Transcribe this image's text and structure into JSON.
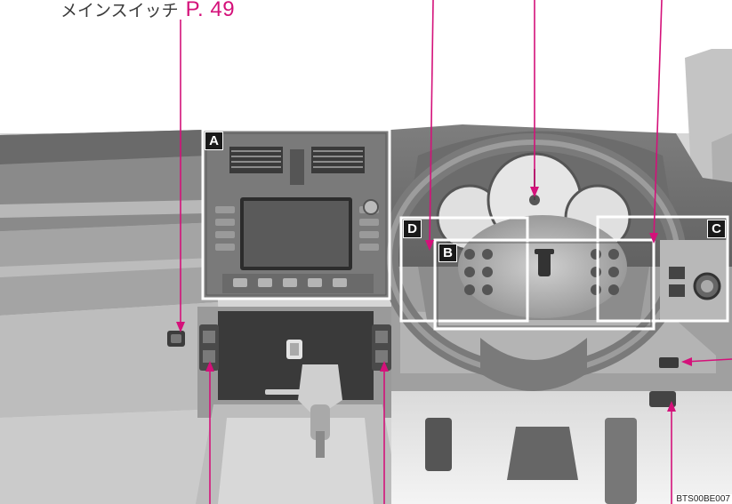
{
  "callout": {
    "text": "メインスイッチ",
    "ref": "P. 49"
  },
  "areas": {
    "a": "A",
    "b": "B",
    "c": "C",
    "d": "D"
  },
  "image_code": "BTS00BE007",
  "colors": {
    "leader": "#d4117a",
    "frame": "#ffffff",
    "tag_bg": "#1a1a1a"
  }
}
